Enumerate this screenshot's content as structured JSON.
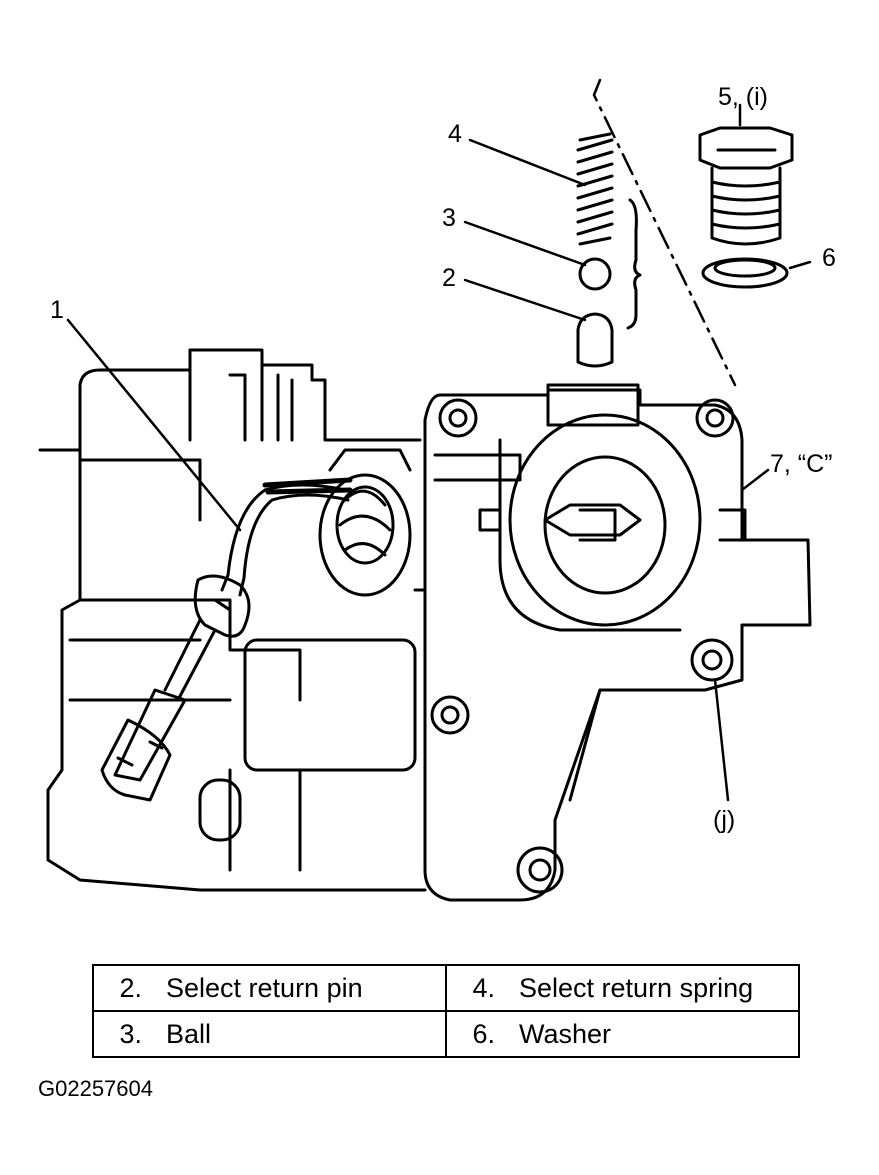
{
  "callouts": {
    "c1": "1",
    "c2": "2",
    "c3": "3",
    "c4": "4",
    "c5": "5, (i)",
    "c6": "6",
    "c7": "7, “C”",
    "cj": "(j)"
  },
  "legend": {
    "rows": [
      [
        {
          "num": "2.",
          "label": "Select return pin"
        },
        {
          "num": "4.",
          "label": "Select return spring"
        }
      ],
      [
        {
          "num": "3.",
          "label": "Ball"
        },
        {
          "num": "6.",
          "label": "Washer"
        }
      ]
    ]
  },
  "figure_id": "G02257604"
}
